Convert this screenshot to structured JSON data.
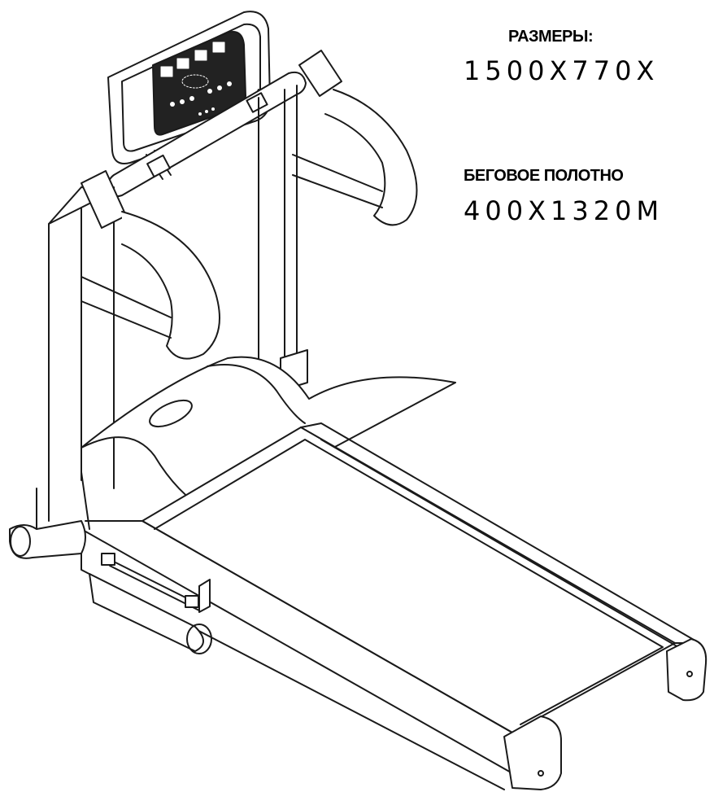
{
  "labels": {
    "dimensions_caption": "РАЗМЕРЫ:",
    "dimensions_value": "1500X770X",
    "belt_caption": "БЕГОВОЕ ПОЛОТНО",
    "belt_value": "400X1320M"
  },
  "colors": {
    "line": "#1a1a1a",
    "console": "#222222",
    "background": "#ffffff"
  },
  "icons": {
    "console": "treadmill-console-icon"
  }
}
